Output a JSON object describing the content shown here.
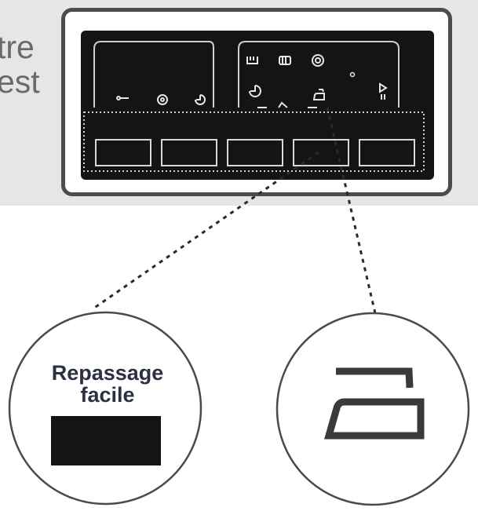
{
  "caption": {
    "line1": "tre",
    "line2": "est"
  },
  "callout_left": {
    "label_line1": "Repassage",
    "label_line2": "facile"
  },
  "callout_right": {
    "icon": "iron-icon"
  },
  "panel": {
    "program_icons": [
      "hand-wash-icon",
      "wool-icon",
      "spin-icon",
      "timer-icon",
      "iron-icon",
      "start-pause-icon"
    ],
    "display_icons": [
      "key-icon",
      "spin-icon",
      "timer-icon"
    ],
    "button_count": 5,
    "highlighted_button": 4
  },
  "colors": {
    "panel": "#141414",
    "band": "#e6e6e6",
    "label": "#2b3140",
    "frame": "#4c4c4c"
  }
}
